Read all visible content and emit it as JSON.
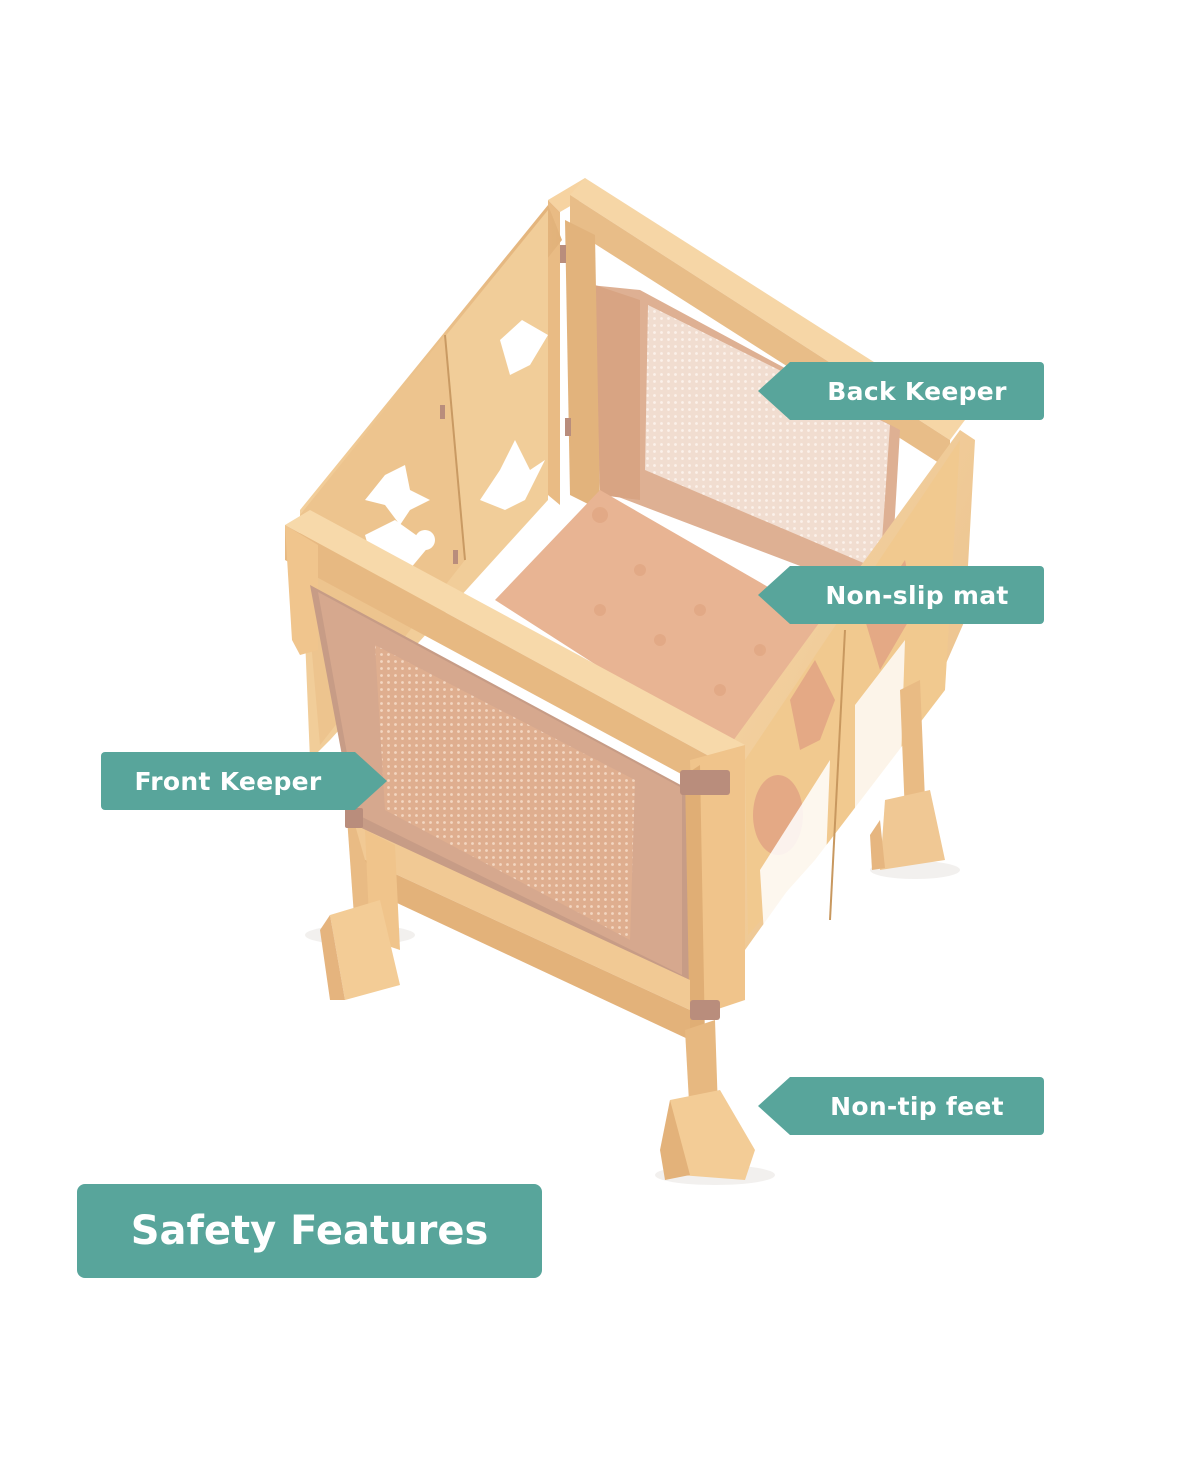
{
  "callouts": {
    "back_keeper": "Back Keeper",
    "non_slip_mat": "Non-slip mat",
    "front_keeper": "Front Keeper",
    "non_tip_feet": "Non-tip feet"
  },
  "title": "Safety Features",
  "colors": {
    "accent": "#58a59b",
    "wood": "#efc994",
    "wood_dark": "#d9a56c",
    "mesh_panel": "#d9a789",
    "mat": "#e8b493"
  }
}
